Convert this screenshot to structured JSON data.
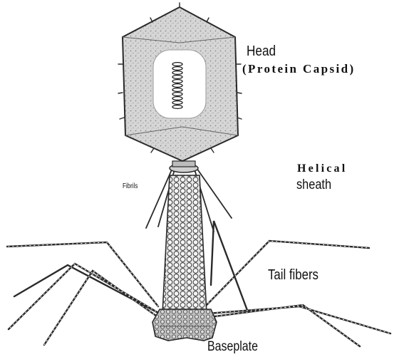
{
  "labels": {
    "head": "Head",
    "capsid": "(Protein Capsid)",
    "helical": "Helical",
    "sheath": "sheath",
    "fibrils": "Fibrils",
    "tail_fibers": "Tail fibers",
    "baseplate": "Baseplate"
  },
  "colors": {
    "ink": "#2a2a2a",
    "capsid_fill": "#d9d9d9",
    "dna_window": "#ffffff",
    "background": "#ffffff"
  },
  "icons": {
    "phage": "bacteriophage-illustration"
  }
}
